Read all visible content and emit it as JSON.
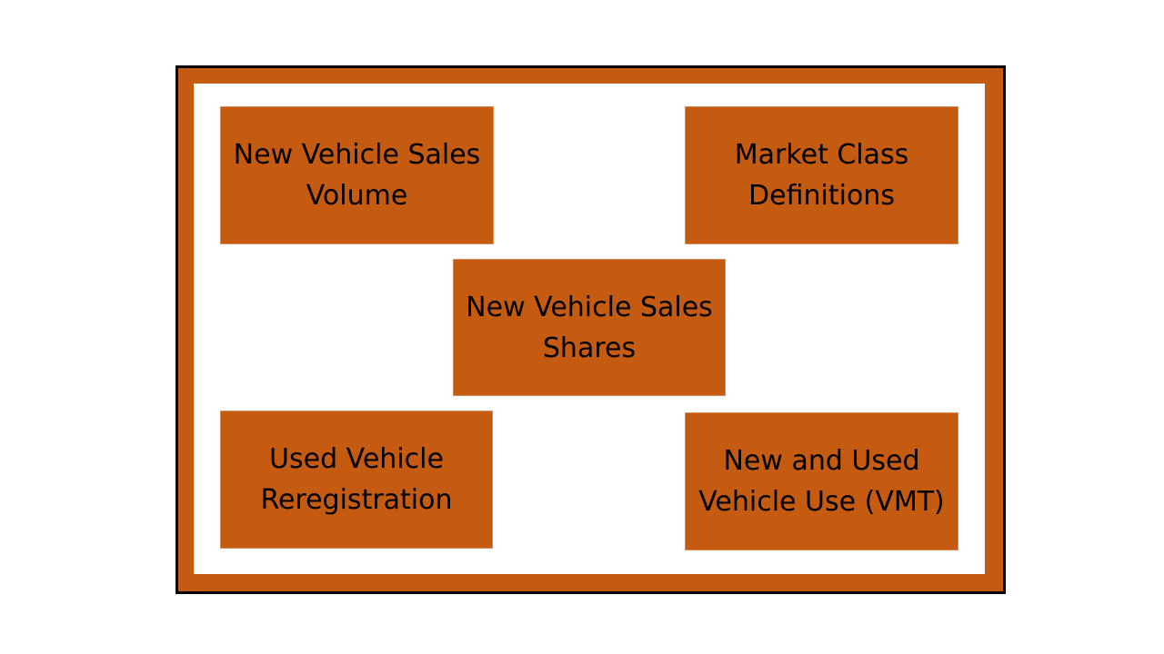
{
  "diagram": {
    "colors": {
      "frame_fill": "#c55a11",
      "frame_border": "#000000",
      "panel": "#ffffff",
      "box_fill": "#c55a11",
      "text": "#000000"
    },
    "boxes": {
      "sales_volume": "New Vehicle Sales\nVolume",
      "market_class": "Market Class\nDefinitions",
      "sales_shares": "New Vehicle Sales\nShares",
      "reregistration": "Used Vehicle\nReregistration",
      "vehicle_use": "New and Used\nVehicle Use (VMT)"
    }
  }
}
